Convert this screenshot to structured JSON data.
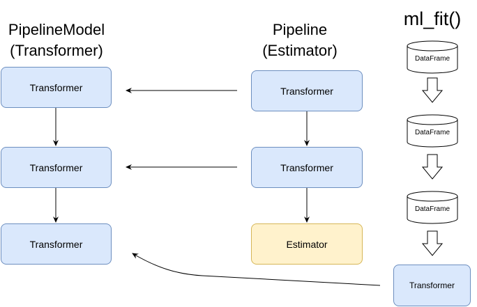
{
  "headings": {
    "model": [
      "PipelineModel",
      "(Transformer)"
    ],
    "pipeline": [
      "Pipeline",
      "(Estimator)"
    ],
    "mlfit": "ml_fit()"
  },
  "model_column": [
    "Transformer",
    "Transformer",
    "Transformer"
  ],
  "pipeline_column": [
    "Transformer",
    "Transformer",
    "Estimator"
  ],
  "mlfit_column": {
    "dataframes": [
      "DataFrame",
      "DataFrame",
      "DataFrame"
    ],
    "result": "Transformer"
  },
  "colors": {
    "transformer_fill": "#dae8fc",
    "transformer_stroke": "#6c8ebf",
    "estimator_fill": "#fff2cc",
    "estimator_stroke": "#d6b656",
    "arrow": "#000000"
  }
}
